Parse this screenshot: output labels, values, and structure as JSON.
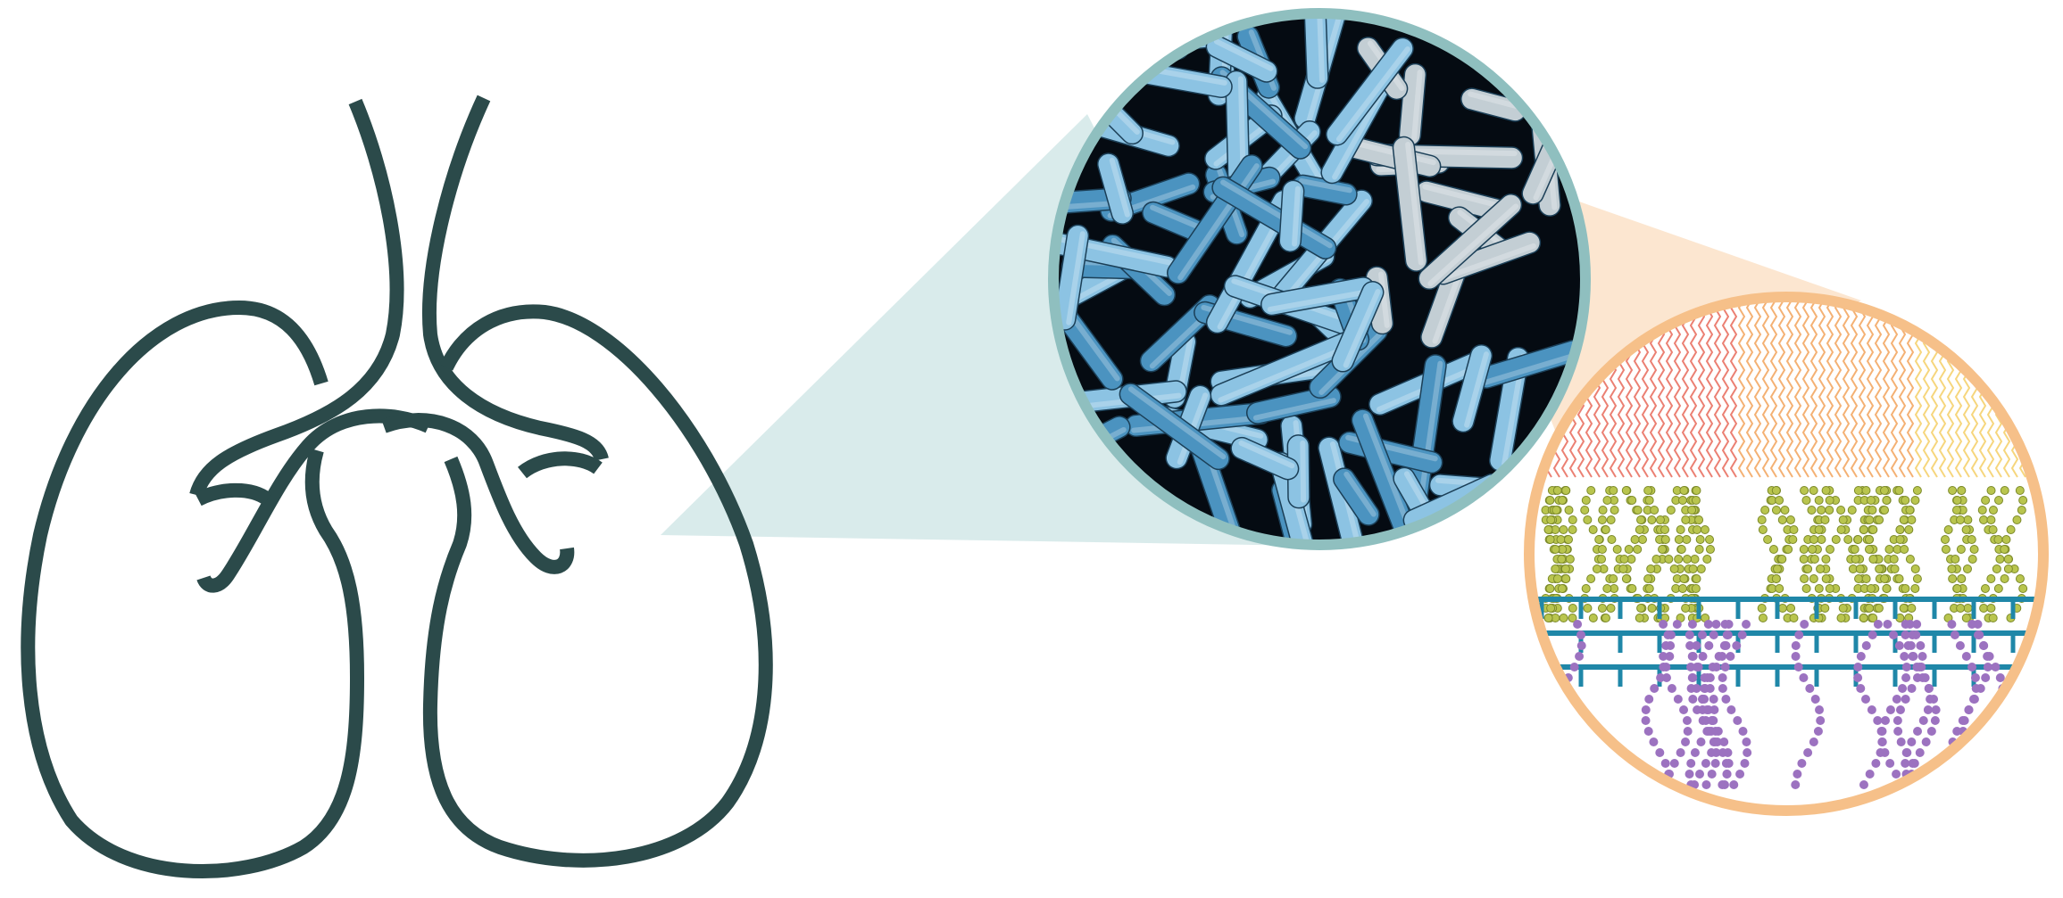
{
  "figure": {
    "panels": [
      {
        "id": "lungs",
        "icon": "lungs-icon"
      },
      {
        "id": "bacteria",
        "icon": "rod-bacteria-micrograph"
      },
      {
        "id": "cell-envelope",
        "icon": "cell-envelope-layers"
      }
    ],
    "colors": {
      "background": "#ffffff",
      "lung_outline": "#2b4a4a",
      "zoom_teal": "#c9e2e3",
      "ring_teal": "#8fbfbf",
      "micrograph_dark": "#050b12",
      "bacteria_blue": "#4b93c0",
      "bacteria_blue_light": "#8cc3e3",
      "bacteria_grey": "#c3ced4",
      "zoom_peach": "#fbe2c8",
      "ring_peach": "#f6c089",
      "lipid_red": "#e86a5b",
      "lipid_orange": "#f2a35c",
      "lipid_yellow": "#f4cf66",
      "glycan_green": "#b9c54e",
      "peptidoglycan_blue": "#1f87a8",
      "arabinan_purple": "#9c72c0"
    }
  }
}
